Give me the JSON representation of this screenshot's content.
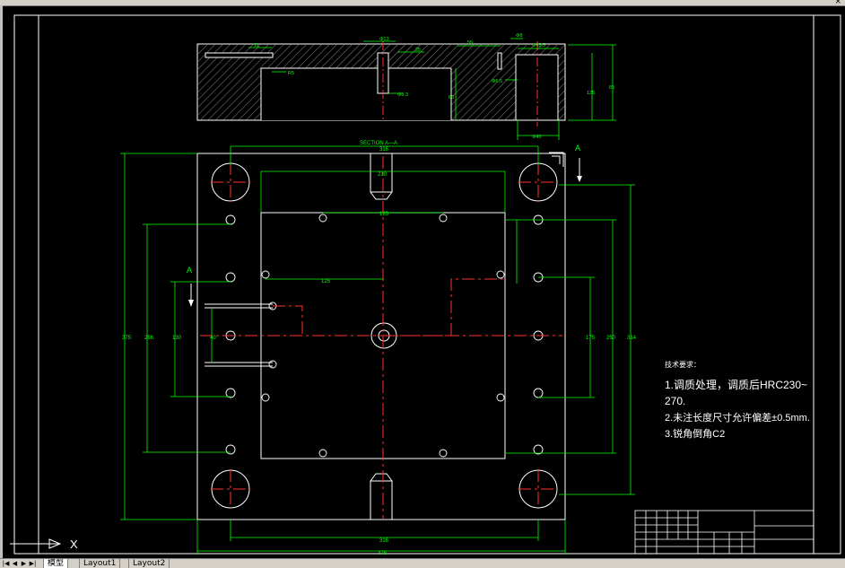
{
  "window": {
    "close_glyph": "×"
  },
  "drawing": {
    "section_label": "SECTION  A—A",
    "view_marker": "A",
    "dims": {
      "top_width": "316",
      "inner_width": "210",
      "hole_spacing_top": "125",
      "offset_125": "125",
      "bottom_inner": "316",
      "bottom_outer": "375",
      "left_outer": "375",
      "left_mid": "256",
      "left_inner": "130",
      "left_small": "40",
      "right_inner": "175",
      "right_mid": "250",
      "right_outer": "314",
      "sec_11": "11",
      "sec_phi13": "Φ13",
      "sec_25": "25",
      "sec_55": "55",
      "sec_phi8": "Φ8",
      "sec_phi43_5": "Φ43.5",
      "sec_phi6_5": "Φ6.5",
      "sec_phi8_3": "Φ8.3",
      "sec_60": "60",
      "sec_125": "125",
      "sec_85": "85",
      "sec_phi40": "Φ40",
      "sec_r5": "R5"
    },
    "notes": {
      "title": "技术要求：",
      "line1": "1.调质处理，调质后HRC230~",
      "line2": "270.",
      "line3": "2.未注长度尺寸允许偏差±0.5mm.",
      "line4": "3.锐角倒角C2"
    },
    "ucs_label": "X"
  },
  "tabs": {
    "model": "模型",
    "layout1": "Layout1",
    "layout2": "Layout2"
  },
  "colors": {
    "background": "#000000",
    "geometry": "#ffffff",
    "centerline": "#ff3030",
    "dimension": "#00ff00",
    "hatch": "#ffffff"
  }
}
